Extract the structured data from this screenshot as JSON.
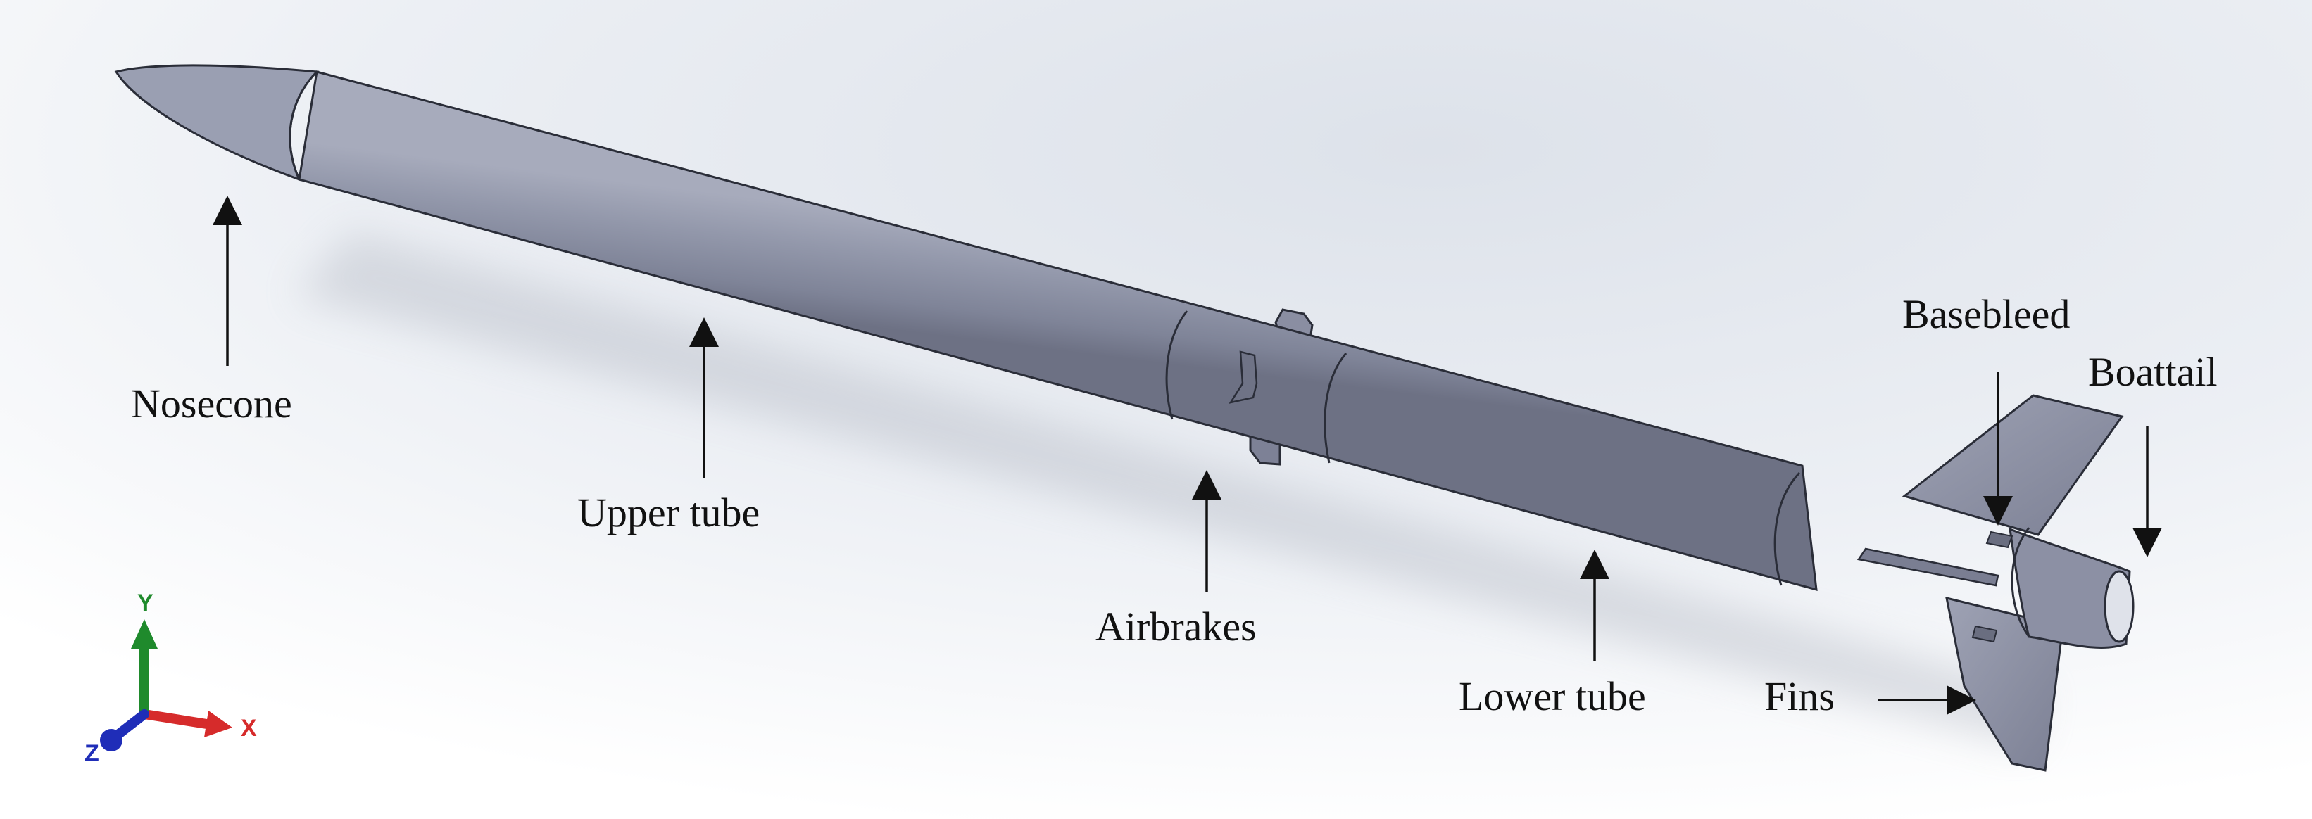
{
  "labels": {
    "nosecone": "Nosecone",
    "upper_tube": "Upper tube",
    "airbrakes": "Airbrakes",
    "lower_tube": "Lower tube",
    "fins": "Fins",
    "basebleed": "Basebleed",
    "boattail": "Boattail"
  },
  "axes": {
    "x": "X",
    "y": "Y",
    "z": "Z"
  },
  "colors": {
    "rocket_body": "#8e94a8",
    "outline": "#2a2d38",
    "axis_x": "#d62b2b",
    "axis_y": "#1f8a2c",
    "axis_z": "#1f2db8",
    "background": "#e4e8ee"
  }
}
